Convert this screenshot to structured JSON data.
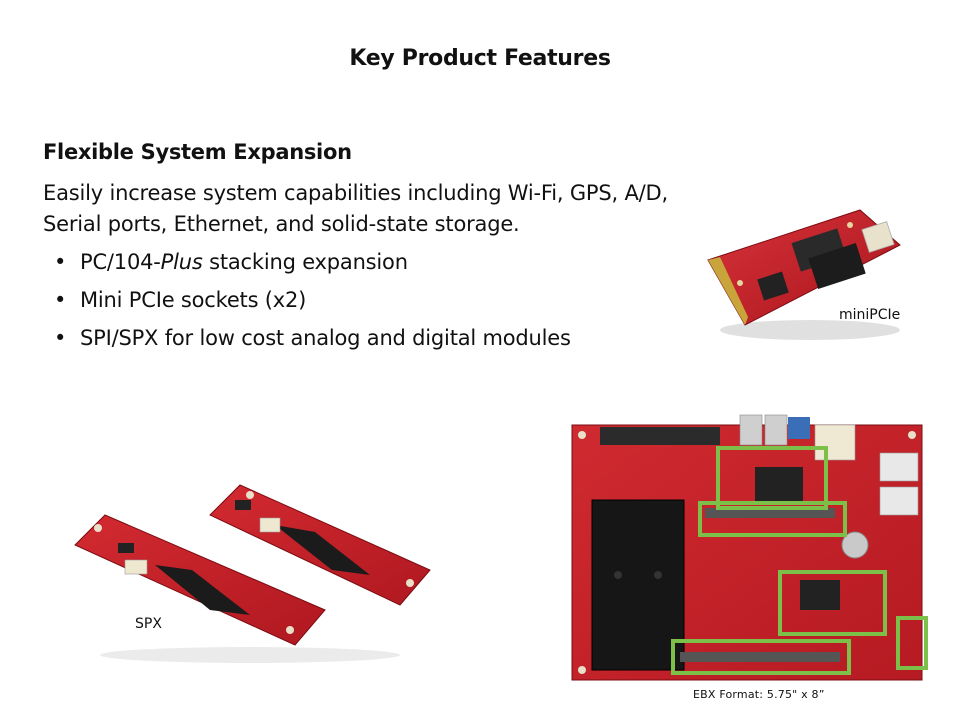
{
  "slide": {
    "title": "Key Product Features",
    "section": {
      "heading": "Flexible System Expansion",
      "body_line1": "Easily increase system capabilities including Wi-Fi, GPS, A/D,",
      "body_line2": "Serial ports, Ethernet, and solid-state storage.",
      "bullets": [
        {
          "prefix": "PC/104-",
          "italic": "Plus",
          "suffix": " stacking expansion"
        },
        {
          "text": "Mini PCIe sockets (x2)"
        },
        {
          "text": "SPI/SPX for low cost analog and digital modules"
        }
      ]
    },
    "images": {
      "minipcie": {
        "caption": "miniPCIe"
      },
      "spx": {
        "caption": "SPX"
      },
      "ebx": {
        "caption": "EBX Format: 5.75\"  x 8”"
      }
    },
    "colors": {
      "pcb_red": "#c8202a",
      "highlight_green": "#7cc04a",
      "heatsink": "#1a1a1a"
    },
    "bullet_glyph": "•"
  }
}
